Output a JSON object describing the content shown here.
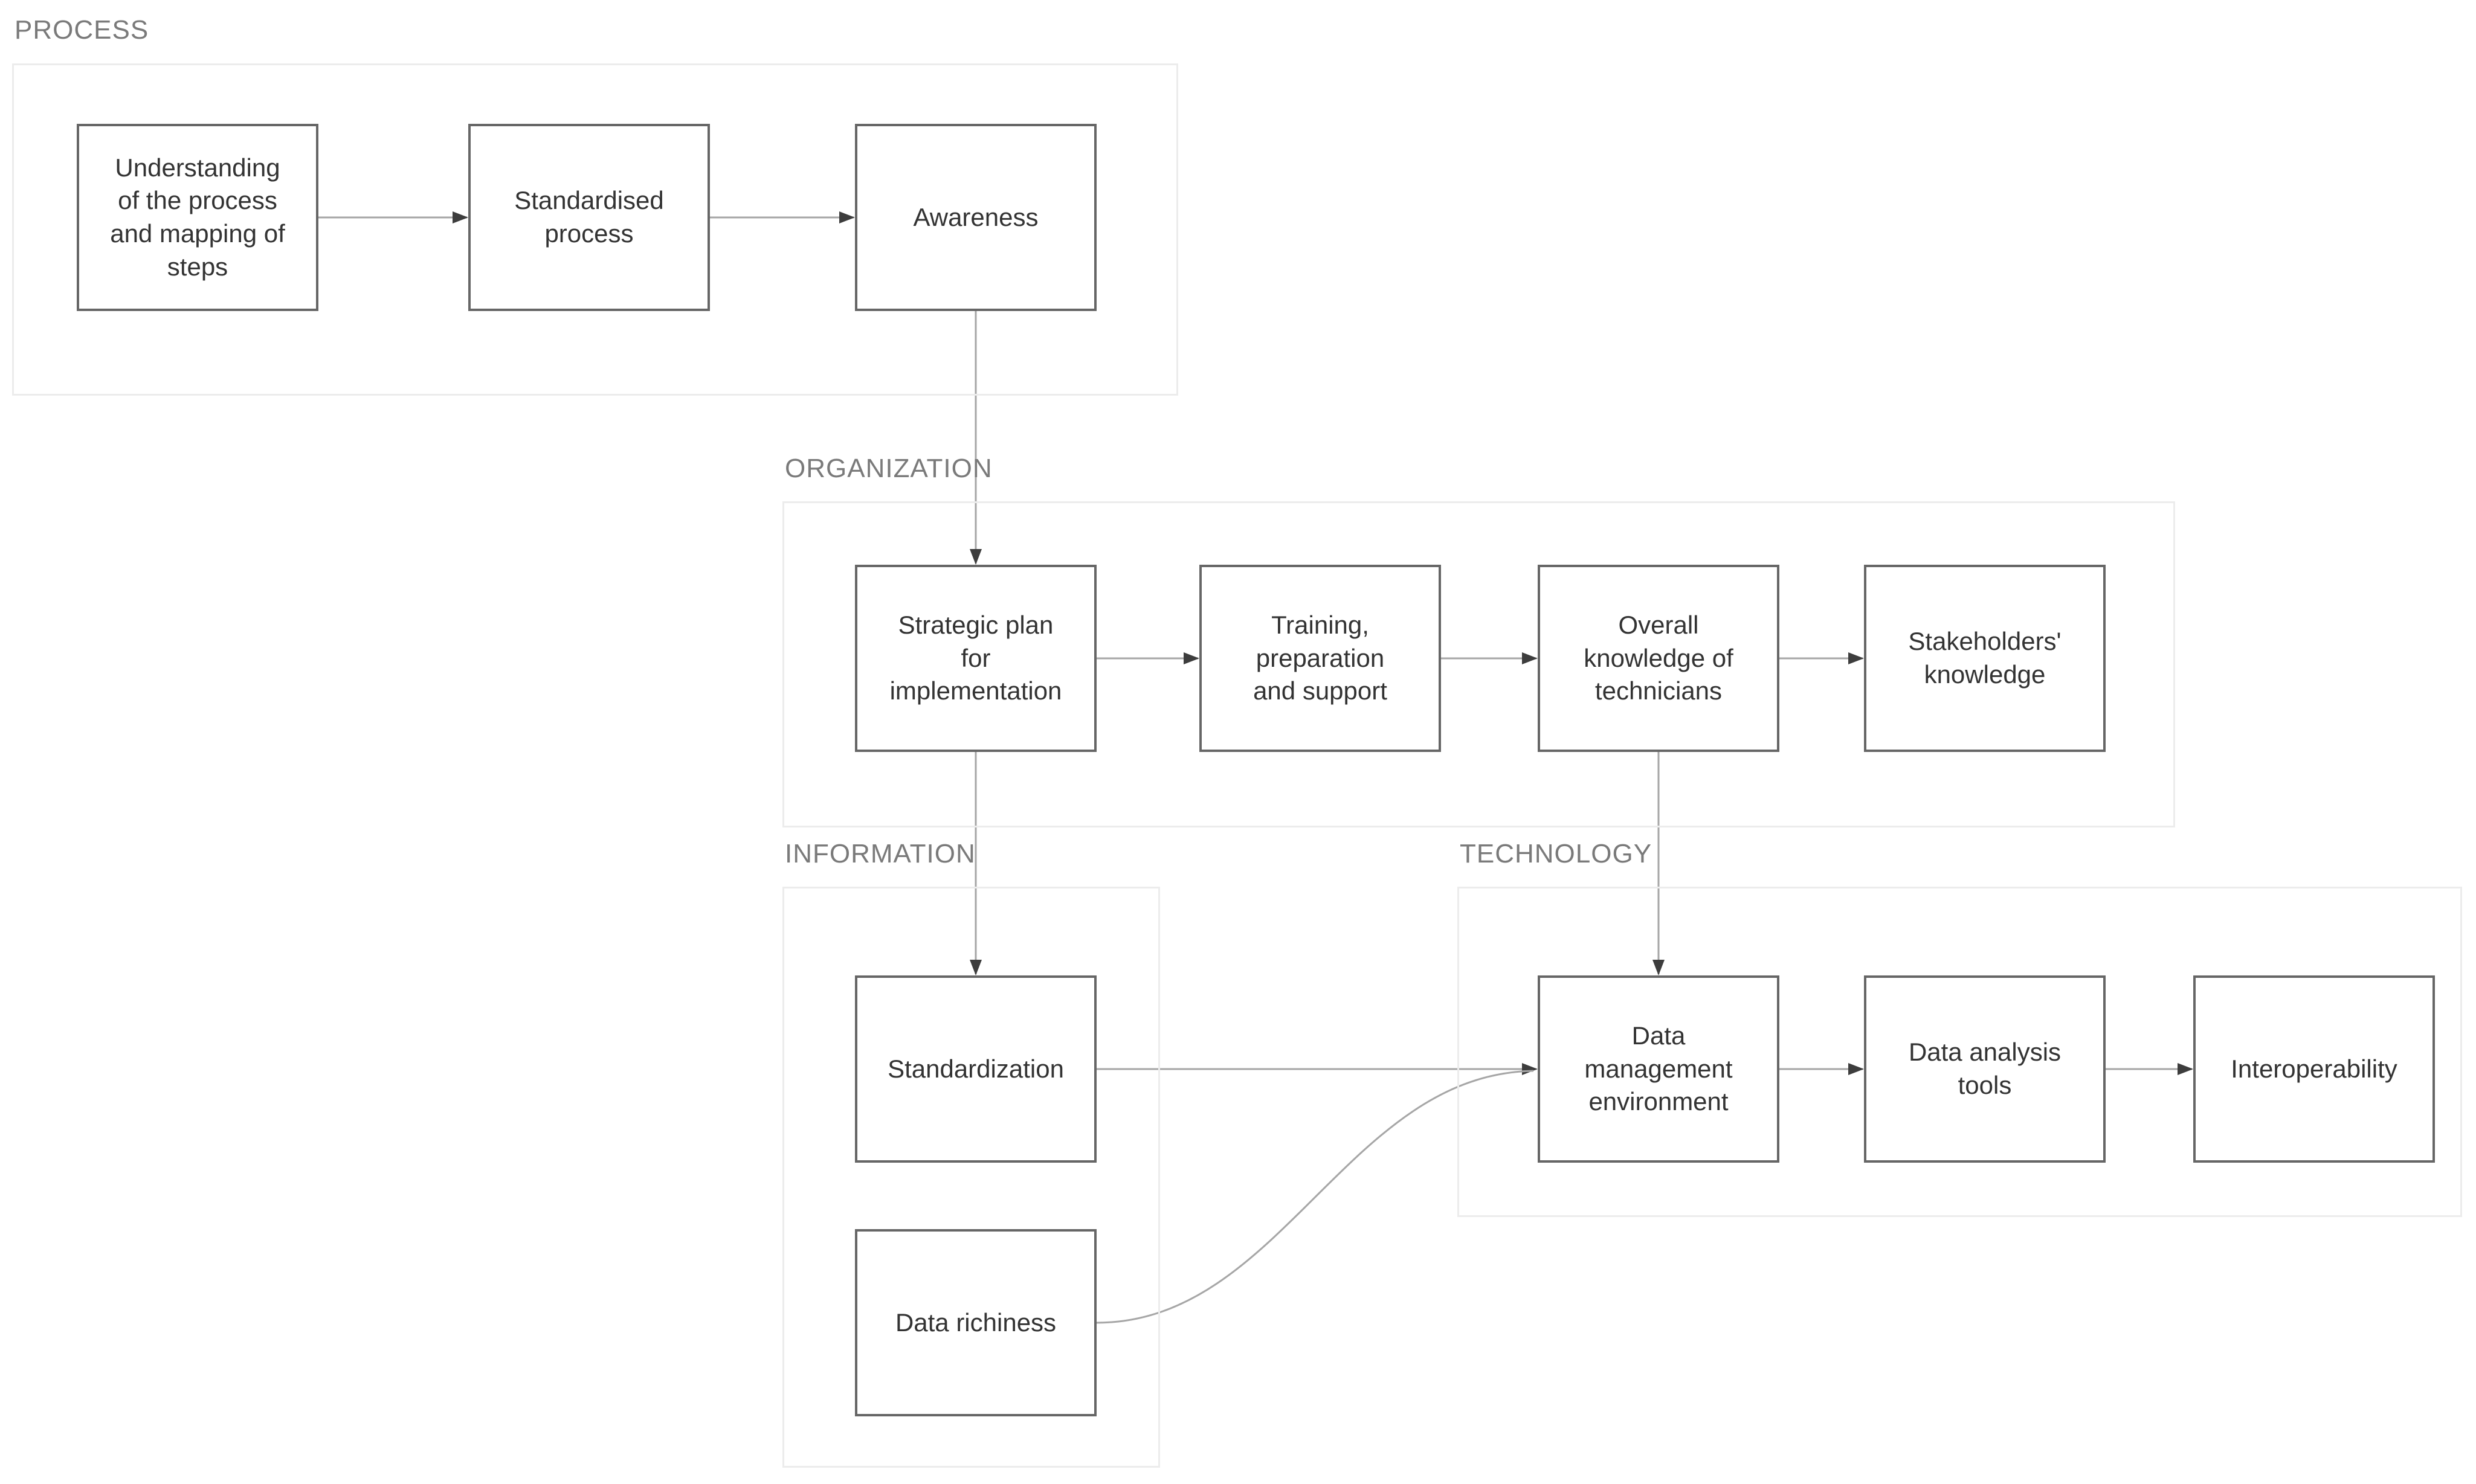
{
  "groups": [
    {
      "id": "process",
      "label": "PROCESS"
    },
    {
      "id": "organization",
      "label": "ORGANIZATION"
    },
    {
      "id": "information",
      "label": "INFORMATION"
    },
    {
      "id": "technology",
      "label": "TECHNOLOGY"
    }
  ],
  "nodes": [
    {
      "id": "understanding",
      "group": "process",
      "label": "Understanding\nof the process\nand mapping of\nsteps"
    },
    {
      "id": "standardised-process",
      "group": "process",
      "label": "Standardised\nprocess"
    },
    {
      "id": "awareness",
      "group": "process",
      "label": "Awareness"
    },
    {
      "id": "strategic-plan",
      "group": "organization",
      "label": "Strategic plan\nfor\nimplementation"
    },
    {
      "id": "training",
      "group": "organization",
      "label": "Training,\npreparation\nand support"
    },
    {
      "id": "overall-knowledge",
      "group": "organization",
      "label": "Overall\nknowledge of\ntechnicians"
    },
    {
      "id": "stakeholders-knowledge",
      "group": "organization",
      "label": "Stakeholders'\nknowledge"
    },
    {
      "id": "standardization",
      "group": "information",
      "label": "Standardization"
    },
    {
      "id": "data-richiness",
      "group": "information",
      "label": "Data richiness"
    },
    {
      "id": "data-management",
      "group": "technology",
      "label": "Data\nmanagement\nenvironment"
    },
    {
      "id": "data-analysis",
      "group": "technology",
      "label": "Data analysis\ntools"
    },
    {
      "id": "interoperability",
      "group": "technology",
      "label": "Interoperability"
    }
  ],
  "edges": [
    {
      "from": "understanding",
      "to": "standardised-process"
    },
    {
      "from": "standardised-process",
      "to": "awareness"
    },
    {
      "from": "awareness",
      "to": "strategic-plan"
    },
    {
      "from": "strategic-plan",
      "to": "training"
    },
    {
      "from": "training",
      "to": "overall-knowledge"
    },
    {
      "from": "overall-knowledge",
      "to": "stakeholders-knowledge"
    },
    {
      "from": "strategic-plan",
      "to": "standardization"
    },
    {
      "from": "overall-knowledge",
      "to": "data-management"
    },
    {
      "from": "standardization",
      "to": "data-management"
    },
    {
      "from": "data-richiness",
      "to": "data-management"
    },
    {
      "from": "data-management",
      "to": "data-analysis"
    },
    {
      "from": "data-analysis",
      "to": "interoperability"
    }
  ],
  "colors": {
    "background": "#ffffff",
    "box_border": "#666666",
    "box_text": "#333333",
    "group_border": "#ececec",
    "group_label": "#7a7a7a",
    "connector": "#a6a6a6",
    "arrowhead": "#3d3d3d"
  }
}
